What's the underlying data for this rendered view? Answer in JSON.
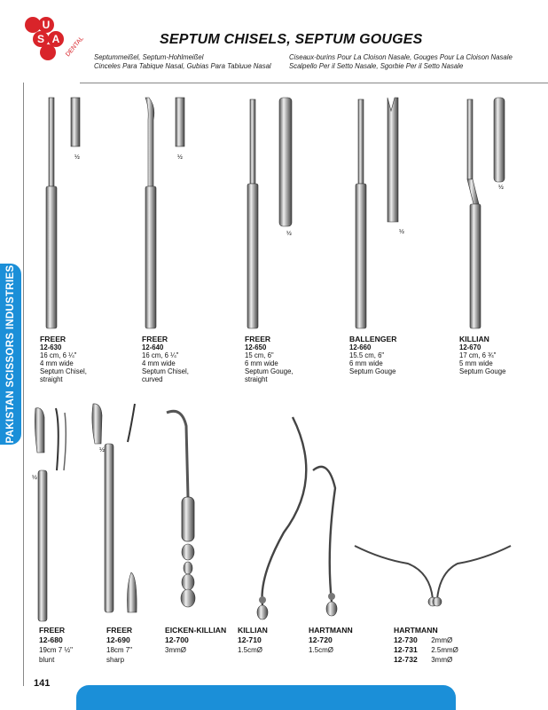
{
  "logo": {
    "letters": [
      "U",
      "S",
      "A"
    ],
    "word": "DENTAL"
  },
  "page_title": "SEPTUM CHISELS, SEPTUM GOUGES",
  "subtitles": {
    "left": [
      "Septummeißel, Septum-Hohlmeißel",
      "Cinceles Para Tabique Nasal, Gubias Para Tabiuue Nasal"
    ],
    "right": [
      "Ciseaux-burins Pour La Cloison Nasale, Gouges Pour La Cloison Nasale",
      "Scalpello Per il Setto Nasale, Sgorbie Per il Setto Nasale"
    ]
  },
  "side_tab": "PAKISTAN SCISSORS INDUSTRIES",
  "row1": [
    {
      "name": "FREER",
      "code": "12-630",
      "lines": [
        "16 cm, 6 ¼\"",
        "4 mm wide",
        "Septum Chisel,",
        "straight"
      ],
      "scale": "½"
    },
    {
      "name": "FREER",
      "code": "12-640",
      "lines": [
        "16 cm, 6 ¼\"",
        "4 mm wide",
        "Septum Chisel,",
        "curved"
      ],
      "scale": "½"
    },
    {
      "name": "FREER",
      "code": "12-650",
      "lines": [
        "15 cm, 6\"",
        "6 mm wide",
        "Septum Gouge,",
        "straight"
      ],
      "scale": "½"
    },
    {
      "name": "BALLENGER",
      "code": "12-660",
      "lines": [
        "15.5 cm, 6\"",
        "6 mm wide",
        "Septum Gouge"
      ],
      "scale": "½"
    },
    {
      "name": "KILLIAN",
      "code": "12-670",
      "lines": [
        "17 cm, 6 ¾\"",
        "5 mm wide",
        "Septum Gouge"
      ],
      "scale": "½"
    }
  ],
  "row2": [
    {
      "name": "FREER",
      "code": "12-680",
      "lines": [
        "19cm 7 ½\"",
        "blunt"
      ],
      "scale": "½"
    },
    {
      "name": "FREER",
      "code": "12-690",
      "lines": [
        "18cm 7\"",
        "sharp"
      ],
      "scale": "½"
    },
    {
      "name": "EICKEN-KILLIAN",
      "code": "12-700",
      "lines": [
        "3mmØ"
      ]
    },
    {
      "name": "KILLIAN",
      "code": "12-710",
      "lines": [
        "1.5cmØ"
      ]
    },
    {
      "name": "HARTMANN",
      "code": "12-720",
      "lines": [
        "1.5cmØ"
      ]
    },
    {
      "name": "HARTMANN",
      "codes": [
        {
          "code": "12-730",
          "size": "2mmØ"
        },
        {
          "code": "12-731",
          "size": "2.5mmØ"
        },
        {
          "code": "12-732",
          "size": "3mmØ"
        }
      ]
    }
  ],
  "page_number": "141",
  "colors": {
    "accent": "#1b8fd8",
    "logo_red": "#d9242a"
  }
}
